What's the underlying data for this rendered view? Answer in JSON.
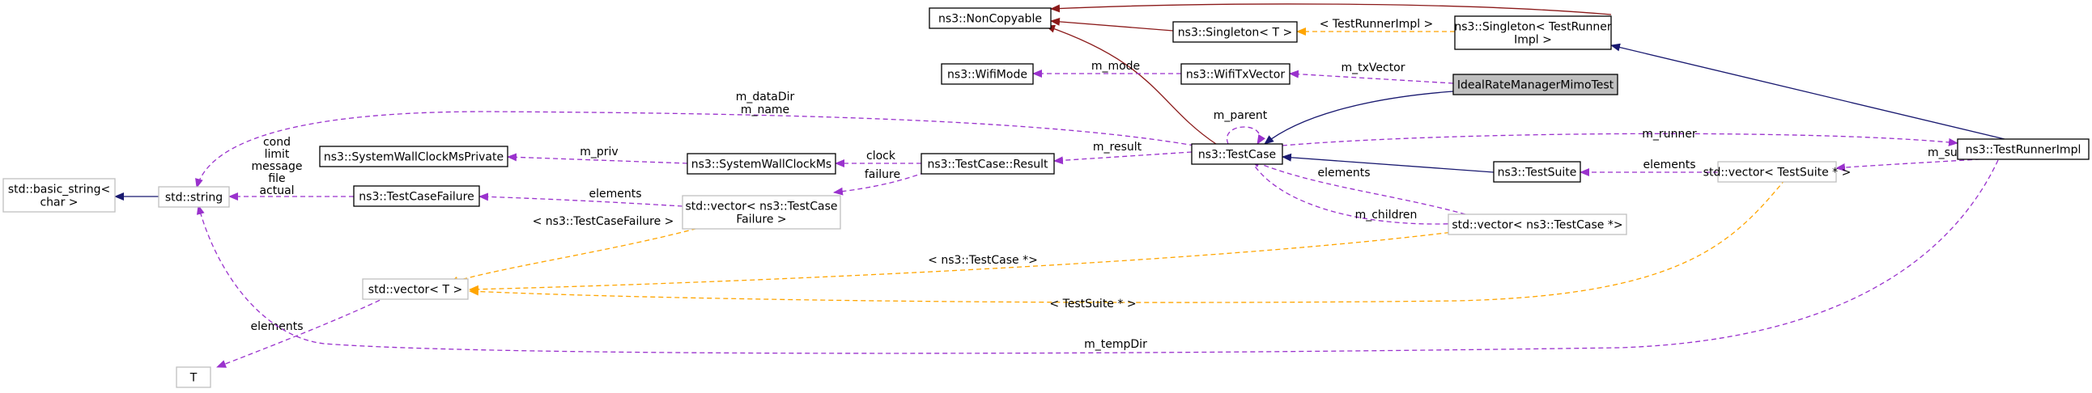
{
  "colors": {
    "inherit": "#191970",
    "template": "#ffa500",
    "member": "#9a32cd",
    "private_inherit": "#8b1a1a",
    "node_border_doc": "#000000",
    "node_border_undoc": "#bfbfbf",
    "highlight_fill": "#bfbfbf"
  },
  "nodes": {
    "noncopyable": {
      "lines": [
        "ns3::NonCopyable"
      ],
      "style": "doc"
    },
    "singleton_t": {
      "lines": [
        "ns3::Singleton< T >"
      ],
      "style": "doc"
    },
    "singleton_tr": {
      "lines": [
        "ns3::Singleton< TestRunner",
        "Impl >"
      ],
      "style": "doc"
    },
    "wifimode": {
      "lines": [
        "ns3::WifiMode"
      ],
      "style": "doc"
    },
    "wifitxvector": {
      "lines": [
        "ns3::WifiTxVector"
      ],
      "style": "doc"
    },
    "idealrate": {
      "lines": [
        "IdealRateManagerMimoTest"
      ],
      "style": "highlight"
    },
    "testcase": {
      "lines": [
        "ns3::TestCase"
      ],
      "style": "doc"
    },
    "testrunnerimpl": {
      "lines": [
        "ns3::TestRunnerImpl"
      ],
      "style": "doc"
    },
    "basic_string": {
      "lines": [
        "std::basic_string<",
        "char >"
      ],
      "style": "undoc"
    },
    "string": {
      "lines": [
        "std::string"
      ],
      "style": "undoc"
    },
    "sysclockpriv": {
      "lines": [
        "ns3::SystemWallClockMsPrivate"
      ],
      "style": "doc"
    },
    "sysclock": {
      "lines": [
        "ns3::SystemWallClockMs"
      ],
      "style": "doc"
    },
    "result": {
      "lines": [
        "ns3::TestCase::Result"
      ],
      "style": "doc"
    },
    "testsuite": {
      "lines": [
        "ns3::TestSuite"
      ],
      "style": "doc"
    },
    "vec_suite": {
      "lines": [
        "std::vector< TestSuite * >"
      ],
      "style": "undoc"
    },
    "testcasefailure": {
      "lines": [
        "ns3::TestCaseFailure"
      ],
      "style": "doc"
    },
    "vec_failure": {
      "lines": [
        "std::vector< ns3::TestCase",
        "Failure >"
      ],
      "style": "undoc"
    },
    "vec_testcase": {
      "lines": [
        "std::vector< ns3::TestCase *>"
      ],
      "style": "undoc"
    },
    "vec_t": {
      "lines": [
        "std::vector< T >"
      ],
      "style": "undoc"
    },
    "t": {
      "lines": [
        "T"
      ],
      "style": "undoc"
    }
  },
  "edges": {
    "e1": {
      "kind": "private_inherit",
      "labels": []
    },
    "e2": {
      "kind": "private_inherit",
      "labels": []
    },
    "e3": {
      "kind": "private_inherit",
      "labels": []
    },
    "e4": {
      "kind": "template",
      "labels": [
        "< TestRunnerImpl >"
      ]
    },
    "e5": {
      "kind": "member",
      "labels": [
        "m_mode"
      ]
    },
    "e6": {
      "kind": "member",
      "labels": [
        "m_txVector"
      ]
    },
    "e7": {
      "kind": "inherit",
      "labels": []
    },
    "e8": {
      "kind": "inherit",
      "labels": []
    },
    "e9": {
      "kind": "member",
      "labels": [
        "m_parent"
      ]
    },
    "e10": {
      "kind": "member",
      "labels": [
        "m_dataDir",
        "m_name"
      ]
    },
    "e11": {
      "kind": "member",
      "labels": [
        "m_runner"
      ]
    },
    "e12": {
      "kind": "member",
      "labels": [
        "m_result"
      ]
    },
    "e13": {
      "kind": "member",
      "labels": [
        "elements"
      ]
    },
    "e14": {
      "kind": "member",
      "labels": [
        "m_children"
      ]
    },
    "e15": {
      "kind": "inherit",
      "labels": []
    },
    "e16": {
      "kind": "member",
      "labels": [
        "elements"
      ]
    },
    "e17": {
      "kind": "member",
      "labels": [
        "m_suites"
      ]
    },
    "e18": {
      "kind": "member",
      "labels": [
        "m_priv"
      ]
    },
    "e19": {
      "kind": "member",
      "labels": [
        "clock"
      ]
    },
    "e20": {
      "kind": "member",
      "labels": [
        "failure"
      ]
    },
    "e21": {
      "kind": "member",
      "labels": [
        "elements"
      ]
    },
    "e22": {
      "kind": "member",
      "labels": [
        "cond",
        "limit",
        "message",
        "file",
        "actual"
      ]
    },
    "e23": {
      "kind": "inherit",
      "labels": []
    },
    "e24": {
      "kind": "template",
      "labels": [
        "< ns3::TestCaseFailure >"
      ]
    },
    "e25": {
      "kind": "template",
      "labels": [
        "< ns3::TestCase *>"
      ]
    },
    "e26": {
      "kind": "template",
      "labels": [
        "< TestSuite * >"
      ]
    },
    "e27": {
      "kind": "member",
      "labels": [
        "elements"
      ]
    },
    "e28": {
      "kind": "member",
      "labels": [
        "m_tempDir"
      ]
    }
  }
}
